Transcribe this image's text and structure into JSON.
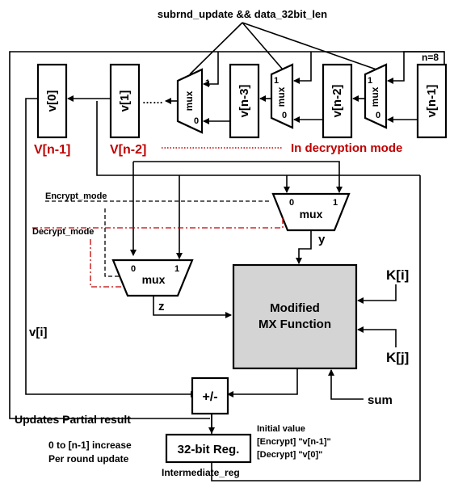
{
  "top_signal": "subrnd_update && data_32bit_len",
  "n_label": "n=8",
  "registers": [
    "v[0]",
    "v[1]",
    "v[n-3]",
    "v[n-2]",
    "v[n-1]"
  ],
  "dots": "……",
  "mux_label": "mux",
  "mux_in_1": "1",
  "mux_in_0": "0",
  "decrypt_labels": {
    "v0": "V[n-1]",
    "v1": "V[n-2]",
    "mode": "In decryption mode"
  },
  "encrypt_mode": "Encrypt_mode",
  "decrypt_mode": "Decrypt_mode",
  "y_label": "y",
  "z_label": "z",
  "mx_title_1": "Modified",
  "mx_title_2": "MX Function",
  "ki": "K[i]",
  "kj": "K[j]",
  "vi": "v[i]",
  "addsub": "+/-",
  "sum": "sum",
  "updates_partial": "Updates Partial result",
  "increase_line1": "0 to [n-1] increase",
  "increase_line2": "Per round update",
  "reg32": "32-bit Reg.",
  "intermediate": "Intermediate_reg",
  "init_title": "Initial value",
  "init_encrypt": "[Encrypt] \"v[n-1]\"",
  "init_decrypt": "[Decrypt] \"v[0]\""
}
